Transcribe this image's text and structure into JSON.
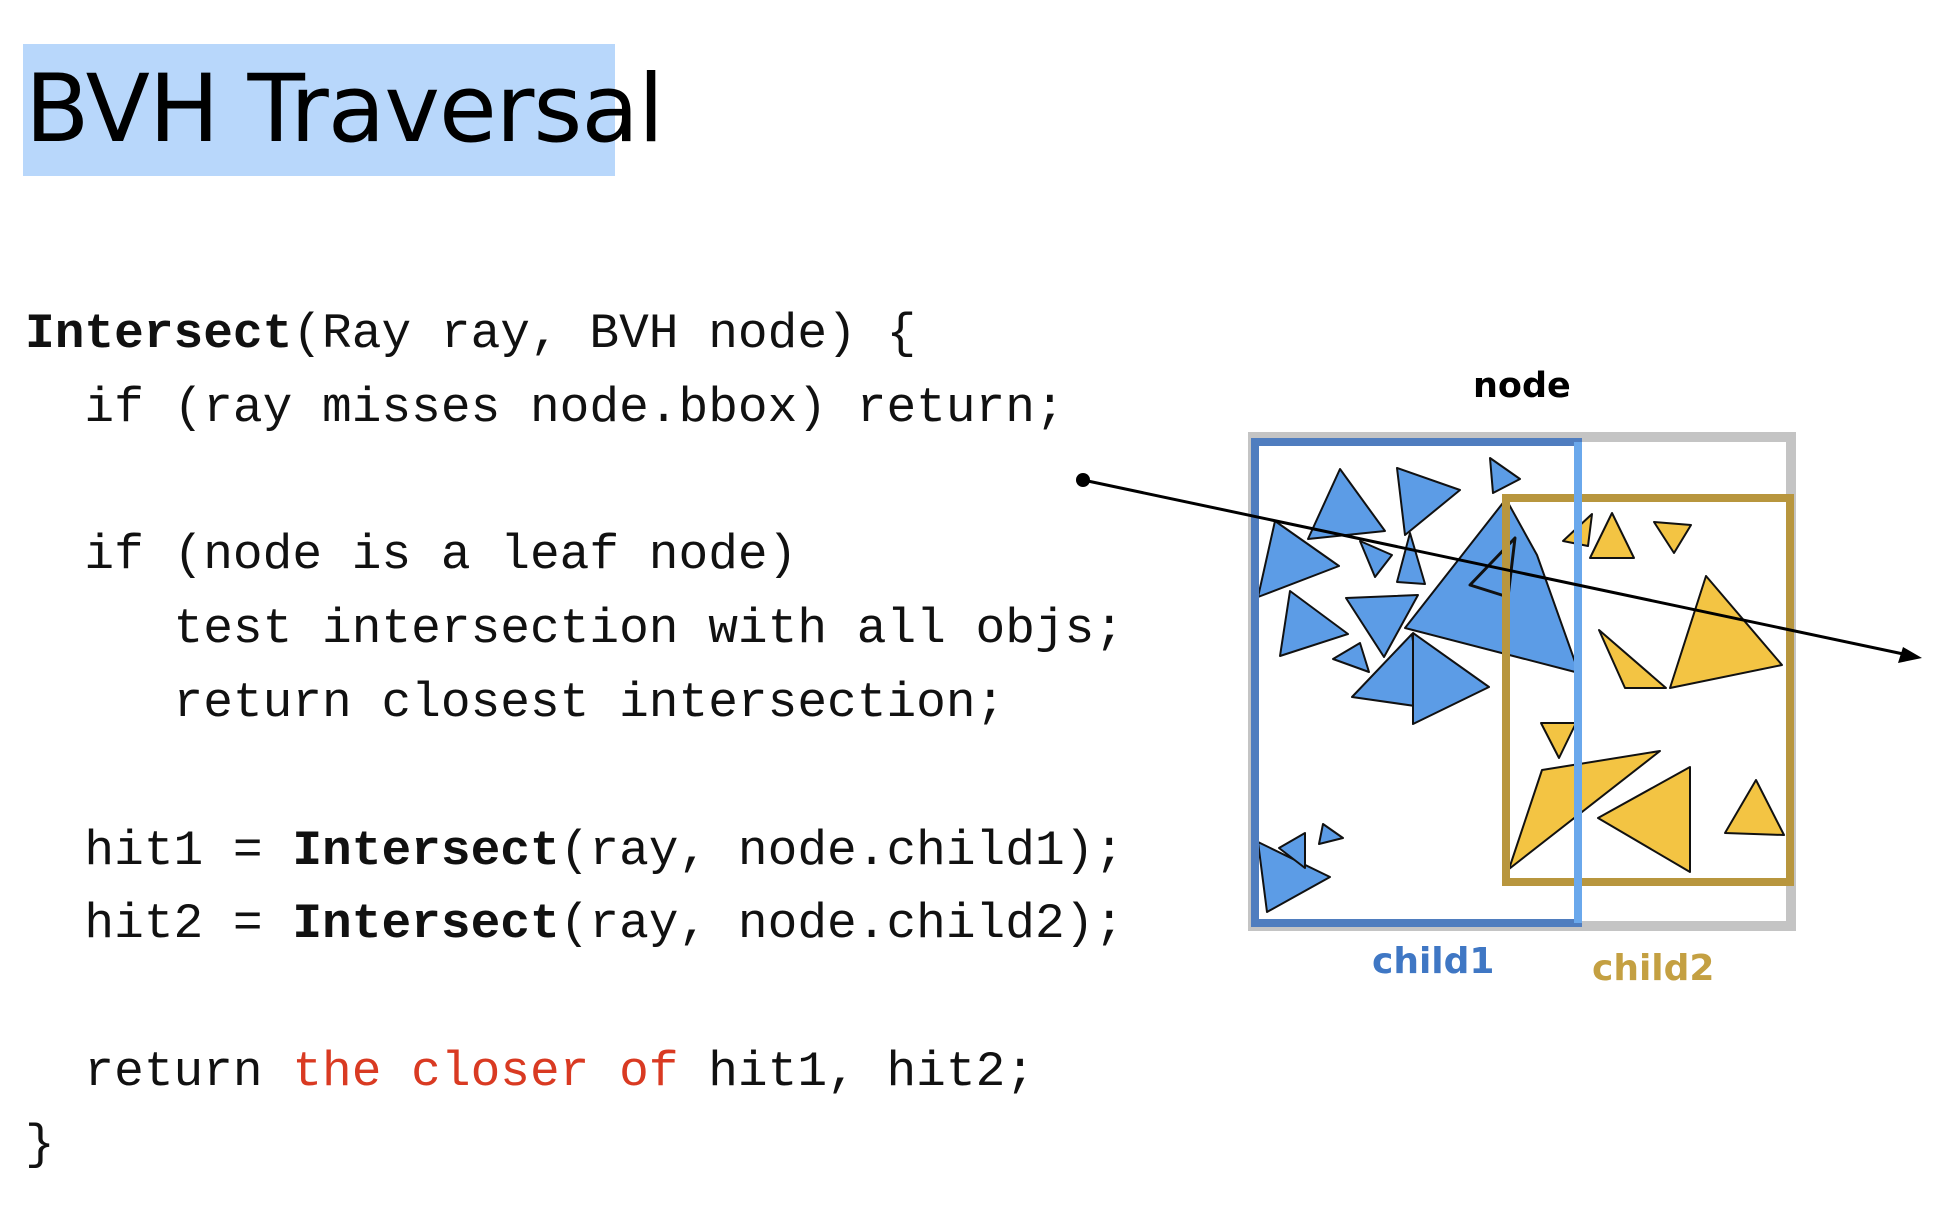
{
  "slide": {
    "title": "BVH Traversal"
  },
  "code": {
    "l1_fn": "Intersect",
    "l1_rest": "(Ray ray, BVH node) {",
    "l2": "  if (ray misses node.bbox) return;",
    "l3": "  if (node is a leaf node)",
    "l4": "     test intersection with all objs;",
    "l5": "     return closest intersection;",
    "l6_pre": "  hit1 = ",
    "l6_fn": "Intersect",
    "l6_rest": "(ray, node.child1);",
    "l7_pre": "  hit2 = ",
    "l7_fn": "Intersect",
    "l7_rest": "(ray, node.child2);",
    "l8_pre": "  return ",
    "l8_red": "the closer of",
    "l8_rest": " hit1, hit2;",
    "l9": "}"
  },
  "diagram": {
    "node_label": "node",
    "child1_label": "child1",
    "child2_label": "child2",
    "colors": {
      "title_highlight": "#b8d7fb",
      "node_box": "#c4c4c4",
      "child1_box": "#4f7dbf",
      "child1_box_light": "#6aa8ec",
      "child1_label": "#3f77c4",
      "child2_box": "#b8963e",
      "child2_label": "#c4a042",
      "blue_fill": "#5c9ce6",
      "yellow_fill": "#f3c443",
      "code_red": "#d93a22"
    },
    "icons": [
      "ray-arrow",
      "ray-origin-dot"
    ]
  }
}
